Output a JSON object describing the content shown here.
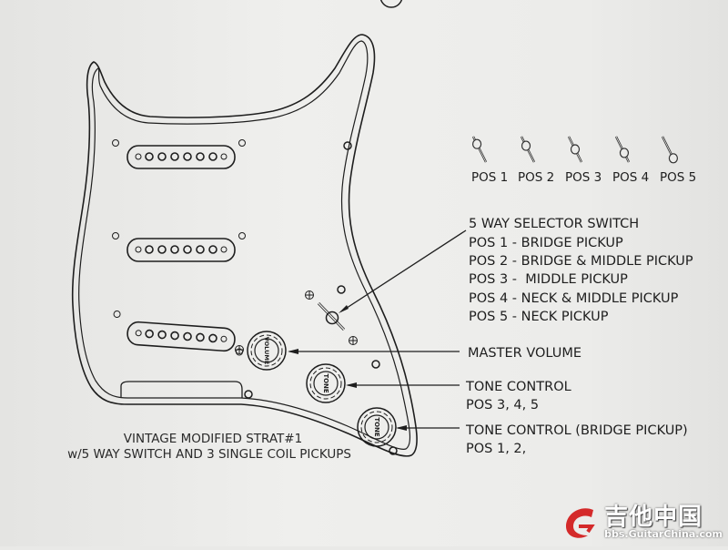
{
  "switch_positions": [
    "POS 1",
    "POS 2",
    "POS 3",
    "POS 4",
    "POS 5"
  ],
  "selector": {
    "title": "5 WAY SELECTOR SWITCH",
    "lines": [
      "POS 1 - BRIDGE PICKUP",
      "POS 2 - BRIDGE & MIDDLE PICKUP",
      "POS 3 -  MIDDLE PICKUP",
      "POS 4 - NECK & MIDDLE PICKUP",
      "POS 5 - NECK PICKUP"
    ]
  },
  "master_volume": "MASTER VOLUME",
  "tone1": {
    "title": "TONE CONTROL",
    "positions": "POS 3, 4, 5"
  },
  "tone2": {
    "title": "TONE CONTROL (BRIDGE PICKUP)",
    "positions": "POS 1, 2,"
  },
  "knobs": {
    "volume": "VOLUME",
    "tone": "TONE"
  },
  "caption": [
    "VINTAGE MODIFIED STRAT#1",
    "w/5 WAY SWITCH AND 3 SINGLE COIL PICKUPS"
  ],
  "watermark": {
    "name": "吉他中国",
    "url": "bbs.GuitarChina.com",
    "color": "#d42a2a"
  }
}
